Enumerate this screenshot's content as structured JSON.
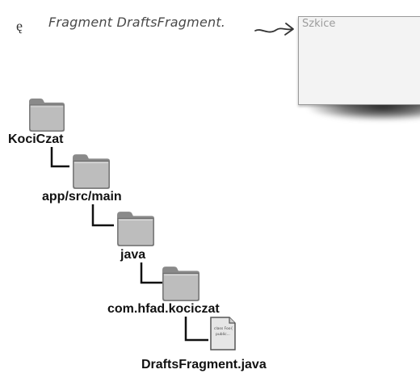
{
  "cut_text": "ę",
  "annotation": "Fragment DraftsFragment.",
  "preview": {
    "title": "Szkice"
  },
  "tree": [
    {
      "label": "KociCzat",
      "icon": "folder-icon"
    },
    {
      "label": "app/src/main",
      "icon": "folder-icon"
    },
    {
      "label": "java",
      "icon": "folder-icon"
    },
    {
      "label": "com.hfad.kociczat",
      "icon": "folder-icon"
    },
    {
      "label": "DraftsFragment.java",
      "icon": "java-file-icon",
      "icon_text": [
        "class Foo{",
        "public..."
      ]
    }
  ],
  "colors": {
    "folder": "#b7b7b7",
    "folder_dark": "#6e6e6e",
    "label": "#111111",
    "preview_bg": "#f3f3f3",
    "preview_title": "#9c9c9c"
  }
}
